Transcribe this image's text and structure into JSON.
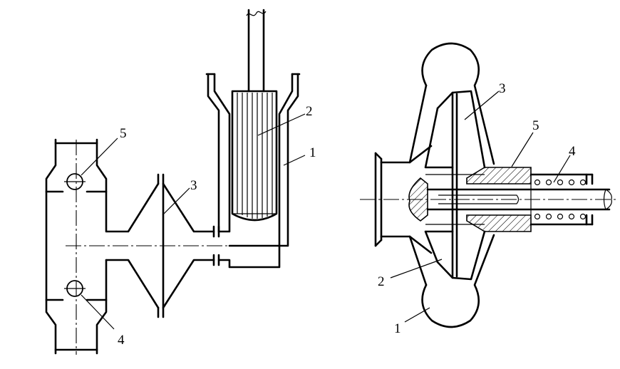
{
  "left_figure": {
    "labels": [
      {
        "id": "1",
        "text": "1"
      },
      {
        "id": "2",
        "text": "2"
      },
      {
        "id": "3",
        "text": "3"
      },
      {
        "id": "4",
        "text": "4"
      },
      {
        "id": "5",
        "text": "5"
      }
    ]
  },
  "right_figure": {
    "labels": [
      {
        "id": "1",
        "text": "1"
      },
      {
        "id": "2",
        "text": "2"
      },
      {
        "id": "3",
        "text": "3"
      },
      {
        "id": "4",
        "text": "4"
      },
      {
        "id": "5",
        "text": "5"
      }
    ]
  }
}
